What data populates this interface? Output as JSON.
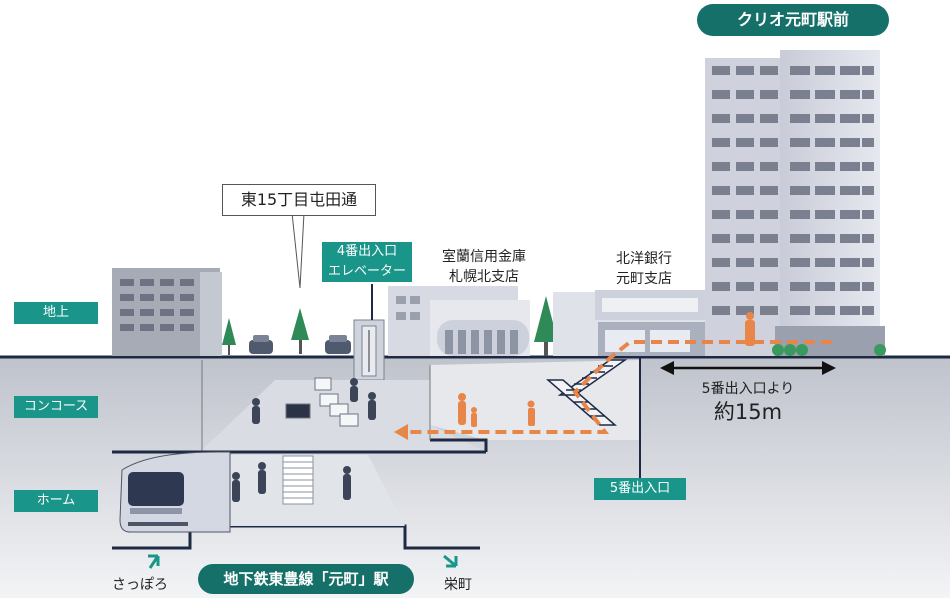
{
  "station_label": "地下鉄東豊線「元町」駅",
  "building_badge": "クリオ元町駅前",
  "street_name": "東15丁目屯田通",
  "exit4": {
    "line1": "4番出入口",
    "line2": "エレベーター"
  },
  "bank1": {
    "line1": "室蘭信用金庫",
    "line2": "札幌北支店"
  },
  "bank2": {
    "line1": "北洋銀行",
    "line2": "元町支店"
  },
  "levels": {
    "ground": "地上",
    "concourse": "コンコース",
    "platform": "ホーム"
  },
  "exit5_label": "5番出入口",
  "distance": {
    "line1": "5番出入口より",
    "line2": "約15m"
  },
  "directions": {
    "left": "さっぽろ",
    "right": "栄町"
  },
  "colors": {
    "teal": "#1a958a",
    "dark_teal": "#15706a",
    "route_orange": "#e8864a"
  }
}
